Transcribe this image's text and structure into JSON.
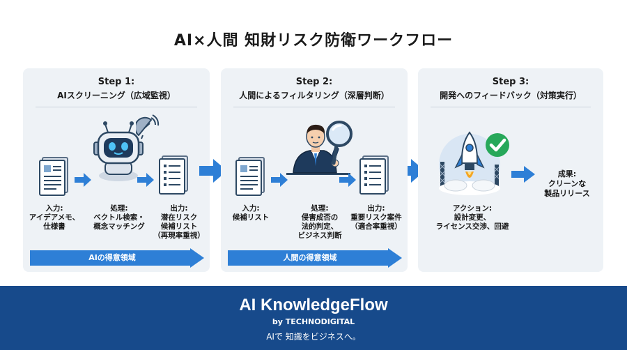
{
  "title": "AI×人間 知財リスク防衛ワークフロー",
  "steps": [
    {
      "step": "Step 1:",
      "subtitle": "AIスクリーニング（広域監視）",
      "input_lines": [
        "入力:",
        "アイデアメモ、",
        "仕様書"
      ],
      "process_lines": [
        "処理:",
        "ベクトル検索・",
        "概念マッチング"
      ],
      "output_lines": [
        "出力:",
        "潜在リスク",
        "候補リスト",
        "（再現率重視）"
      ],
      "band": "AIの得意領域"
    },
    {
      "step": "Step 2:",
      "subtitle": "人間によるフィルタリング（深層判断）",
      "input_lines": [
        "入力:",
        "候補リスト"
      ],
      "process_lines": [
        "処理:",
        "侵害成否の",
        "法的判定、",
        "ビジネス判断"
      ],
      "output_lines": [
        "出力:",
        "重要リスク案件",
        "（適合率重視）"
      ],
      "band": "人間の得意領域"
    },
    {
      "step": "Step 3:",
      "subtitle": "開発へのフィードバック（対策実行）",
      "action_lines": [
        "アクション:",
        "設計変更、",
        "ライセンス交渉、回避"
      ]
    }
  ],
  "outcome_lines": [
    "成果:",
    "クリーンな",
    "製品リリース"
  ],
  "footer": {
    "brand": "AI KnowledgeFlow",
    "byline": "by TECHNODIGITAL",
    "tagline": "AIで 知識をビジネスへ。"
  },
  "colors": {
    "accent_blue": "#2e7fd6",
    "footer_navy": "#174a8b",
    "panel_bg": "#eef2f6",
    "check_green": "#27a85a"
  },
  "icons": [
    "document-icon",
    "robot-icon",
    "satellite-dish-icon",
    "businessman-icon",
    "magnifier-icon",
    "rocket-icon",
    "checkmark-icon",
    "arrow-right-icon"
  ]
}
